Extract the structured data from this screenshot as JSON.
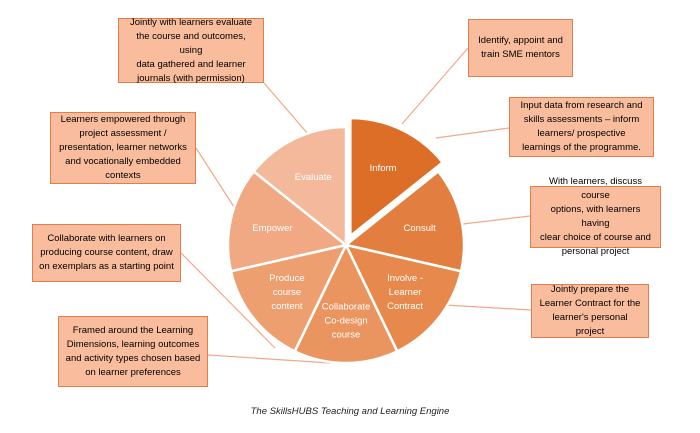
{
  "segments": [
    {
      "label": [
        "Inform"
      ],
      "color": "#dc6e28"
    },
    {
      "label": [
        "Consult"
      ],
      "color": "#e27f40"
    },
    {
      "label": [
        "Involve -",
        "Learner",
        "Contract"
      ],
      "color": "#e7894d"
    },
    {
      "label": [
        "Collaborate",
        "Co-design",
        "course"
      ],
      "color": "#ea9460"
    },
    {
      "label": [
        "Produce",
        "course",
        "content"
      ],
      "color": "#ed9f6f"
    },
    {
      "label": [
        "Empower"
      ],
      "color": "#f0a982"
    },
    {
      "label": [
        "Evaluate"
      ],
      "color": "#f4b89a"
    }
  ],
  "boxes": [
    {
      "lines": [
        "Identify, appoint and",
        "train SME mentors"
      ]
    },
    {
      "lines": [
        "Input data from research and",
        "skills assessments – inform",
        "learners/ prospective",
        "learnings of the programme."
      ]
    },
    {
      "lines": [
        "With learners, discuss course",
        "options, with learners having",
        "clear choice of course and",
        "personal project"
      ]
    },
    {
      "lines": [
        "Jointly prepare the",
        "Learner Contract for the",
        "learner's personal project"
      ]
    },
    {
      "lines": [
        "Framed around the Learning",
        "Dimensions, learning outcomes",
        "and activity types chosen based",
        "on learner preferences"
      ]
    },
    {
      "lines": [
        "Collaborate with learners on",
        "producing course content, draw",
        "on exemplars as a starting point"
      ]
    },
    {
      "lines": [
        "Learners empowered through",
        "project assessment /",
        "presentation, learner networks",
        "and vocationally embedded",
        "contexts"
      ]
    },
    {
      "lines": [
        "Jointly with learners evaluate",
        "the course and outcomes, using",
        "data gathered and learner",
        "journals (with permission)"
      ]
    }
  ],
  "caption": "The SkillsHUBS Teaching and Learning Engine",
  "colors": {
    "box_fill": "#f9bd9e",
    "box_border": "#e57c4c",
    "connector": "#f2a987"
  }
}
